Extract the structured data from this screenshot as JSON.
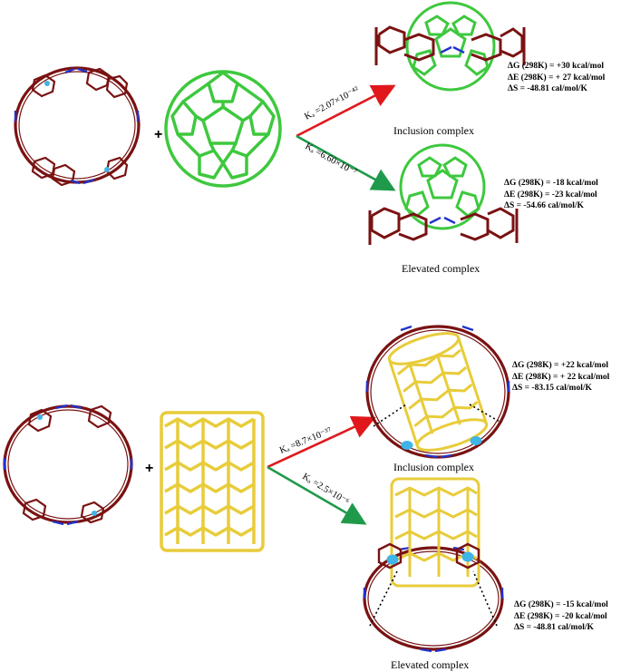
{
  "top": {
    "k_inclusion": "Kₐ =2.07×10⁻⁴²",
    "k_elevated": "Kₐ =6.60×10⁻⁷",
    "inclusion_caption": "Inclusion complex",
    "elevated_caption": "Elevated complex",
    "inclusion_thermo": [
      "ΔG (298K) = +30 kcal/mol",
      "ΔE (298K) = + 27 kcal/mol",
      "ΔS = -48.81 cal/mol/K"
    ],
    "elevated_thermo": [
      "ΔG (298K) = -18 kcal/mol",
      "ΔE (298K) = -23 kcal/mol",
      "ΔS = -54.66 cal/mol/K"
    ]
  },
  "bottom": {
    "k_inclusion": "Kₐ =8.7×10⁻³⁷",
    "k_elevated": "Kₐ =2.5×10⁻⁶",
    "inclusion_caption": "Inclusion complex",
    "elevated_caption": "Elevated complex",
    "inclusion_thermo": [
      "ΔG (298K) = +22 kcal/mol",
      "ΔE (298K) = + 22 kcal/mol",
      "ΔS = -83.15 cal/mol/K"
    ],
    "elevated_thermo": [
      "ΔG (298K) = -15 kcal/mol",
      "ΔE (298K) = -20 kcal/mol",
      "ΔS = -48.81 cal/mol/K"
    ]
  },
  "plus_sign": "+",
  "colors": {
    "macrocycle": "#7a1212",
    "nitrogen": "#2233cc",
    "fullerene": "#3ec83e",
    "nanotube": "#e8cc3a",
    "arrow_red": "#e0181c",
    "arrow_green": "#1f9a4a",
    "dot": "#3fb4e6"
  }
}
